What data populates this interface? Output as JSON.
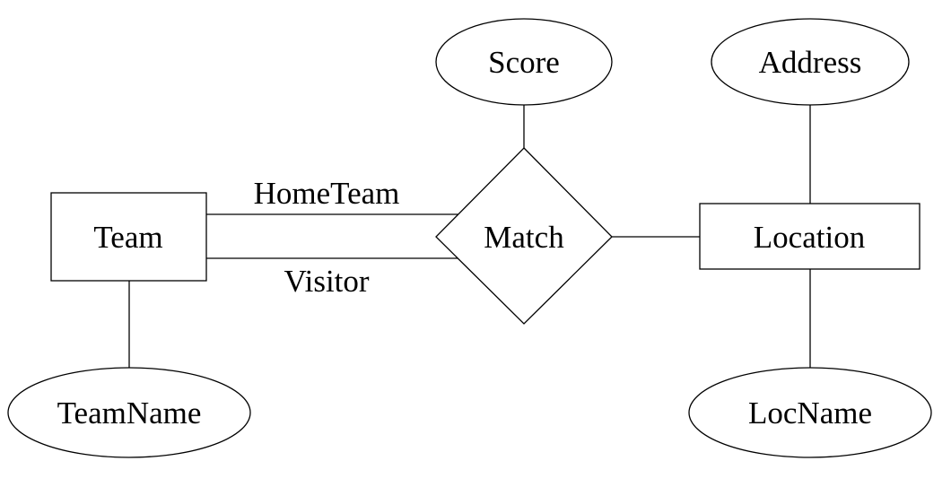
{
  "entities": {
    "team": "Team",
    "location": "Location"
  },
  "relationship": {
    "match": "Match"
  },
  "attributes": {
    "score": "Score",
    "address": "Address",
    "team_name": "TeamName",
    "loc_name": "LocName"
  },
  "roles": {
    "home_team": "HomeTeam",
    "visitor": "Visitor"
  }
}
